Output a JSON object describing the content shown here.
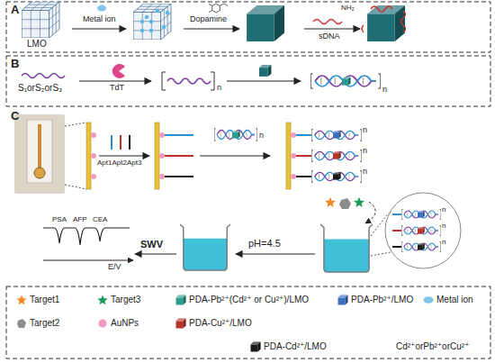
{
  "diagram": {
    "labels": [
      "A",
      "LMO",
      "Metal ion",
      "Dopamine",
      "NH₂",
      "sDNA",
      "B",
      "S₁orS₂orS₃",
      "TdT",
      "n",
      "n",
      "C",
      "Apt1Apt2Apt3",
      "n",
      "n",
      "n",
      "n",
      "pH=4.5",
      "n",
      "n",
      "n",
      "SWV",
      "PSA",
      "AFP",
      "CEA",
      "E/V",
      "Cd²⁺orPb²⁺orCu²⁺"
    ],
    "legend": [
      {
        "text": "Target1",
        "color": "#f08a24"
      },
      {
        "text": "Target3",
        "color": "#1a9a5a"
      },
      {
        "text": "PDA-Pb²⁺(Cd²⁺ or Cu²⁺)/LMO",
        "color": "#2a9d8f"
      },
      {
        "text": "PDA-Pb²⁺/LMO",
        "color": "#3b6fc0"
      },
      {
        "text": "Metal ion",
        "color": "#7fc6e8"
      },
      {
        "text": "Target2",
        "color": "#8c8c8c"
      },
      {
        "text": "AuNPs",
        "color": "#f19ac0"
      },
      {
        "text": "PDA-Cu²⁺/LMO",
        "color": "#b8322a"
      },
      {
        "text": "PDA-Cd²⁺/LMO",
        "color": "#1a1a1a"
      }
    ]
  }
}
